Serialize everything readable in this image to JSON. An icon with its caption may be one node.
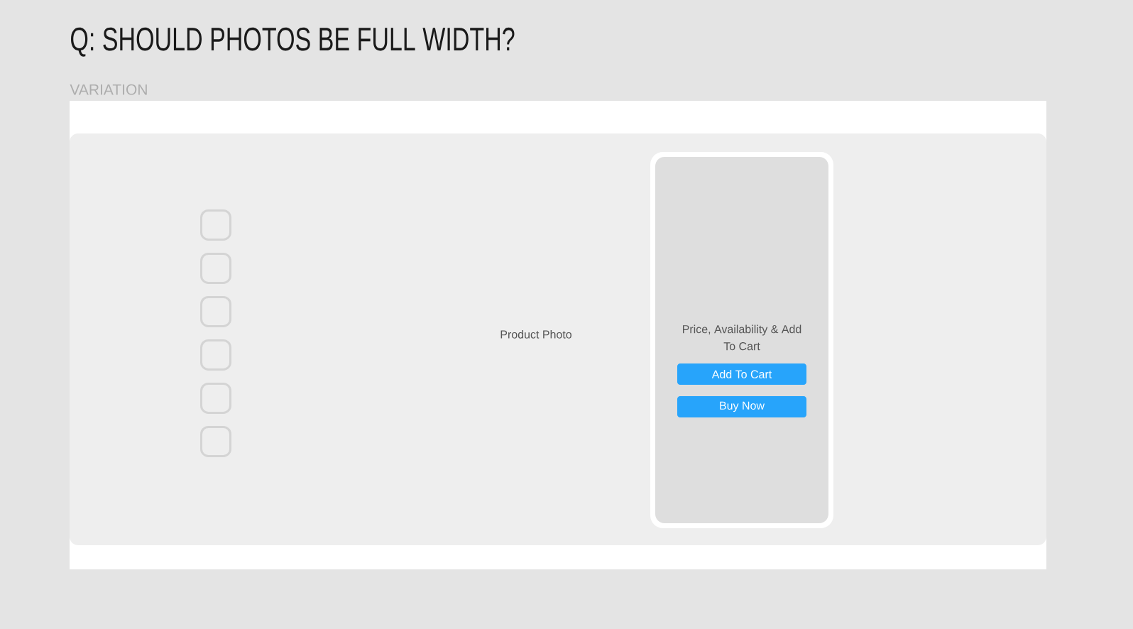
{
  "diagram": {
    "title": "Q: SHOULD PHOTOS BE FULL WIDTH?",
    "nodes": [
      {
        "text": [
          "VARIATION"
        ]
      },
      {
        "text": [
          "Product Photo"
        ],
        "in": 0
      },
      {
        "text": [],
        "shape": "box",
        "in": 1
      },
      {
        "text": [],
        "shape": "box",
        "in": 1
      },
      {
        "text": [],
        "shape": "box",
        "in": 1
      },
      {
        "text": [],
        "shape": "box",
        "in": 1
      },
      {
        "text": [],
        "shape": "box",
        "in": 1
      },
      {
        "text": [],
        "shape": "box",
        "in": 1
      },
      {
        "text": [
          "Price, Availability & Add To Cart"
        ],
        "in": 1
      },
      {
        "text": [
          "Add To Cart"
        ],
        "in": 8
      },
      {
        "text": [
          "Buy Now"
        ],
        "in": 8
      }
    ]
  }
}
